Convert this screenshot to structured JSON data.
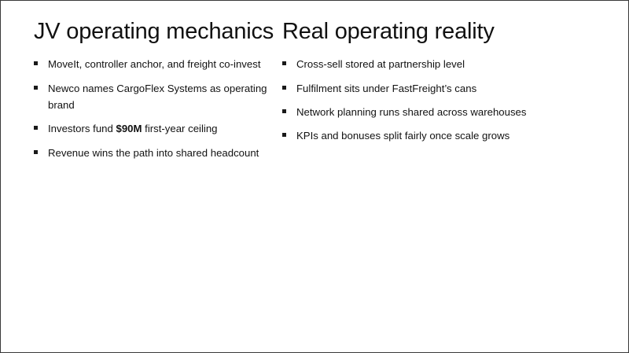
{
  "slide": {
    "background_color": "#ffffff",
    "border_color": "#3a3a3a",
    "text_color": "#121212",
    "bullet_marker_color": "#1a1a1a",
    "columns": [
      {
        "id": "jv-operating-mechanics",
        "heading": "JV operating mechanics",
        "bullets": [
          {
            "id": "bullet-moveit-controller-anchor",
            "text": "MoveIt, controller anchor, and freight co-invest",
            "marker": "square-bullet-icon"
          },
          {
            "id": "bullet-newco-cargoflex-brand",
            "text": "Newco names CargoFlex Systems as operating brand",
            "marker": "square-bullet-icon"
          },
          {
            "id": "bullet-investors-fund-ceiling",
            "text": "Investors fund $90M first-year ceiling",
            "marker": "square-bullet-icon",
            "rich": [
              {
                "text": "Investors fund ",
                "bold": false
              },
              {
                "text": "$90M",
                "bold": true
              },
              {
                "text": " first-year ceiling",
                "bold": false
              }
            ],
            "emphasis": "$90M"
          },
          {
            "id": "bullet-revenue-wins-headcount",
            "text": "Revenue wins the path into shared headcount",
            "marker": "square-bullet-icon"
          }
        ]
      },
      {
        "id": "real-operating-reality",
        "heading": "Real operating reality",
        "bullets": [
          {
            "id": "bullet-cross-sell-partnership",
            "text": "Cross-sell stored at partnership level",
            "marker": "square-bullet-icon"
          },
          {
            "id": "bullet-fulfilment-fastfreight",
            "text": "Fulfilment sits under FastFreight’s cans",
            "marker": "square-bullet-icon"
          },
          {
            "id": "bullet-network-planning-warehouses",
            "text": "Network planning runs shared across warehouses",
            "marker": "square-bullet-icon"
          },
          {
            "id": "bullet-kpis-bonuses-scale",
            "text": "KPIs and bonuses split fairly once scale grows",
            "marker": "square-bullet-icon"
          }
        ]
      }
    ]
  }
}
